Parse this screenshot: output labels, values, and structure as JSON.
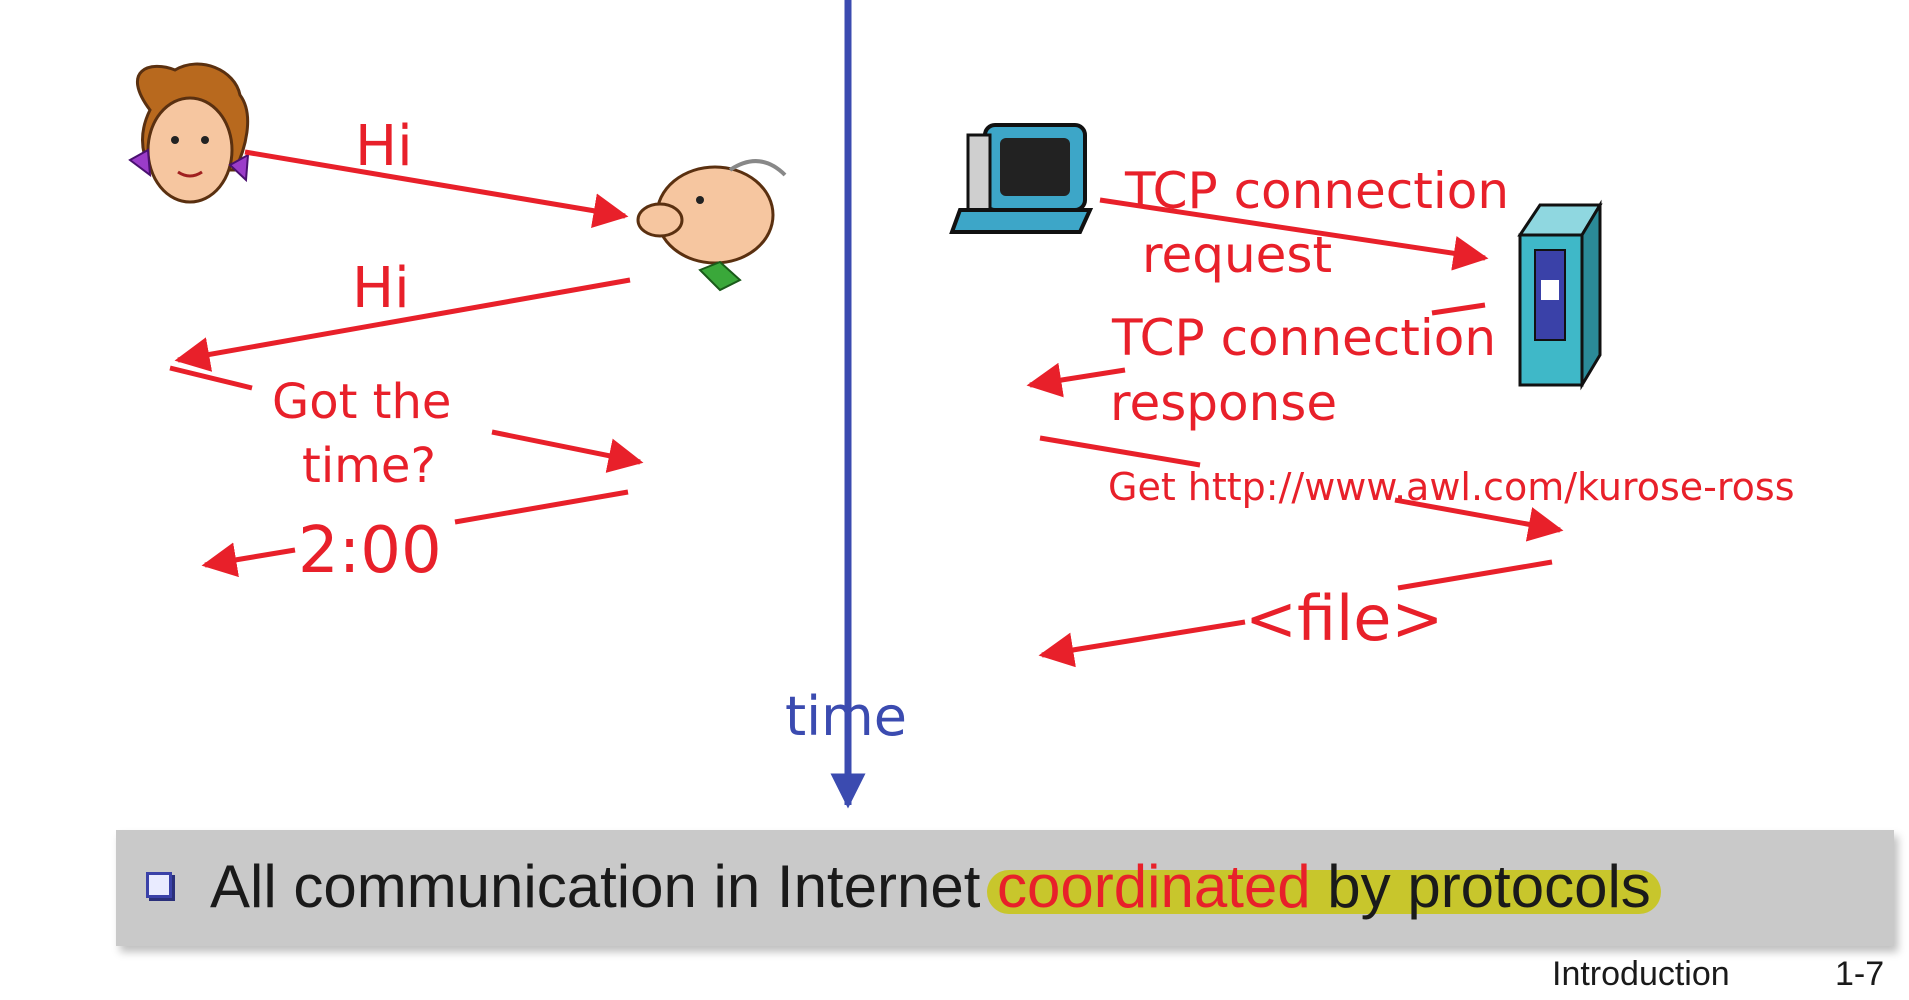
{
  "colors": {
    "message_red": "#e8202a",
    "timeline_blue": "#3b4bb0",
    "bar_gray": "#c9c9c9",
    "highlight_yellow": "#c8c62c"
  },
  "human_exchange": {
    "messages": [
      "Hi",
      "Hi",
      "Got the",
      "time?",
      "2:00"
    ]
  },
  "timeline": {
    "label": "time"
  },
  "computer_exchange": {
    "messages": [
      "TCP connection",
      "request",
      "TCP connection",
      "response",
      "Get http://www.awl.com/kurose-ross",
      "<file>"
    ]
  },
  "bullet": {
    "text_before": "All communication in Internet ",
    "text_highlight": "coordinated",
    "text_after": " by protocols"
  },
  "footer": {
    "section": "Introduction",
    "page": "1-7"
  },
  "icons": [
    "woman-icon",
    "man-icon",
    "computer-icon",
    "server-icon",
    "square-bullet-icon"
  ]
}
